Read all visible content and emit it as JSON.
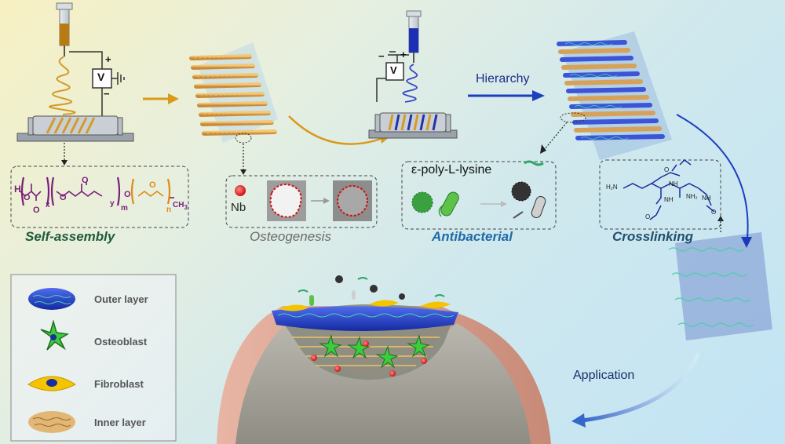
{
  "labels": {
    "hierarchy": "Hierarchy",
    "application": "Application",
    "nb": "Nb",
    "epl": "ε-poly-L-lysine"
  },
  "captions": {
    "self_assembly": "Self-assembly",
    "osteogenesis": "Osteogenesis",
    "antibacterial": "Antibacterial",
    "crosslinking": "Crosslinking"
  },
  "legend": [
    {
      "label": "Outer layer",
      "icon": "outer-layer-icon"
    },
    {
      "label": "Osteoblast",
      "icon": "osteoblast-icon"
    },
    {
      "label": "Fibroblast",
      "icon": "fibroblast-icon"
    },
    {
      "label": "Inner layer",
      "icon": "inner-layer-icon"
    }
  ],
  "structure": {
    "h": "H",
    "o": "O",
    "x": "x",
    "y": "y",
    "m": "m",
    "n": "n",
    "ch3": "CH",
    "ch3_sub": "3"
  },
  "crosslink": {
    "h2n": "H₂N",
    "nh2": "NH₂",
    "nh": "NH",
    "o": "O"
  },
  "electro": {
    "v": "V",
    "plus": "+",
    "minus": "−"
  },
  "colors": {
    "purple": "#7a1f7a",
    "orange": "#e08b12",
    "caption_green": "#1f5a3a",
    "caption_blue": "#1f6aa8",
    "caption_gray": "#6b6b6b",
    "arrow_gold": "#d89a18",
    "arrow_blue": "#1d3fbf"
  }
}
